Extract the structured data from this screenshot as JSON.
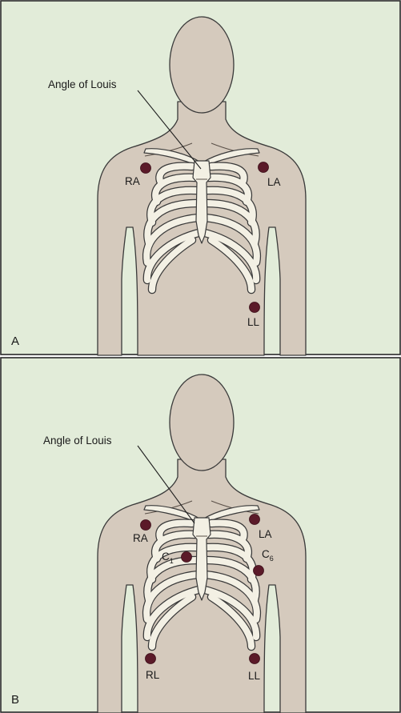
{
  "panels": [
    {
      "id": "A",
      "label": "A",
      "annotation": "Angle of Louis",
      "electrodes": [
        {
          "id": "RA",
          "label": "RA"
        },
        {
          "id": "LA",
          "label": "LA"
        },
        {
          "id": "LL",
          "label": "LL"
        }
      ]
    },
    {
      "id": "B",
      "label": "B",
      "annotation": "Angle of Louis",
      "electrodes": [
        {
          "id": "RA",
          "label": "RA"
        },
        {
          "id": "LA",
          "label": "LA"
        },
        {
          "id": "C1",
          "label": "C",
          "subscript": "1"
        },
        {
          "id": "C6",
          "label": "C",
          "subscript": "6"
        },
        {
          "id": "RL",
          "label": "RL"
        },
        {
          "id": "LL",
          "label": "LL"
        }
      ]
    }
  ],
  "colors": {
    "background": "#e2ecd9",
    "skin": "#d5cabd",
    "bone": "#f3f0e4",
    "electrode": "#5b1a29"
  }
}
